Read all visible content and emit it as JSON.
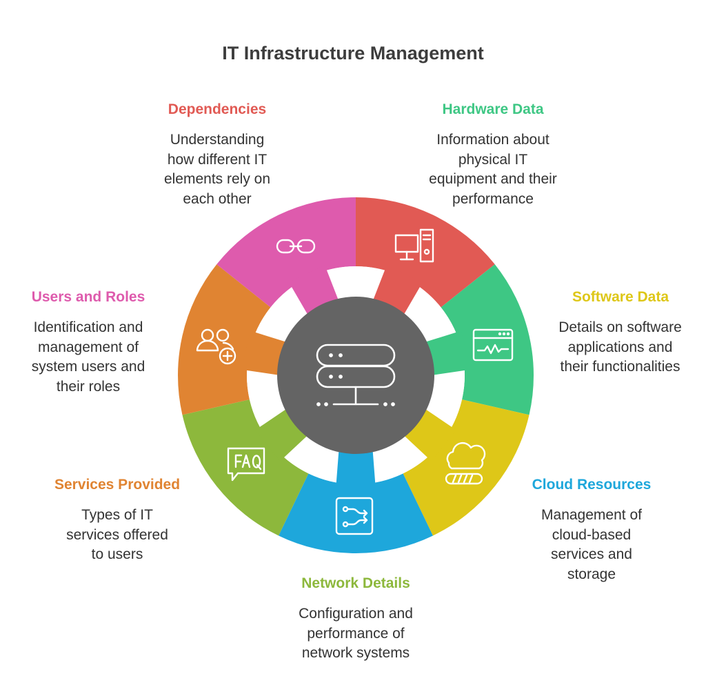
{
  "title": "IT Infrastructure Management",
  "hub": {
    "icon": "server-network-icon",
    "color": "#646464"
  },
  "segments": [
    {
      "id": "dependencies",
      "heading": "Dependencies",
      "description": "Understanding how different IT elements rely on each other",
      "color": "#e15a54",
      "icon": "link-icon"
    },
    {
      "id": "hardware-data",
      "heading": "Hardware Data",
      "description": "Information about physical IT equipment and their performance",
      "color": "#3ec784",
      "icon": "desktop-computer-icon"
    },
    {
      "id": "software-data",
      "heading": "Software Data",
      "description": "Details on software applications and their functionalities",
      "color": "#dec718",
      "icon": "browser-window-icon"
    },
    {
      "id": "cloud-resources",
      "heading": "Cloud Resources",
      "description": "Management of cloud-based services and storage",
      "color": "#1ea7db",
      "icon": "cloud-storage-icon"
    },
    {
      "id": "network-details",
      "heading": "Network Details",
      "description": "Configuration and performance of network systems",
      "color": "#8db83c",
      "icon": "network-switch-icon"
    },
    {
      "id": "services-provided",
      "heading": "Services Provided",
      "description": "Types of IT services offered to users",
      "color": "#e08432",
      "icon": "faq-chat-icon"
    },
    {
      "id": "users-and-roles",
      "heading": "Users and Roles",
      "description": "Identification and management of system users and their roles",
      "color": "#de5bad",
      "icon": "add-users-icon"
    }
  ]
}
